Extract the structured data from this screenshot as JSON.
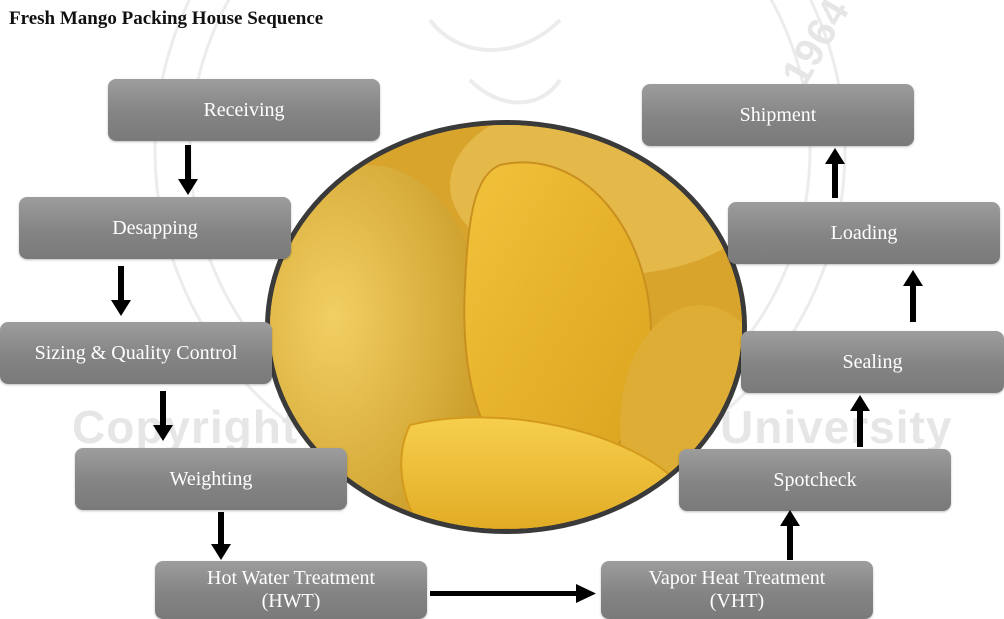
{
  "title": "Fresh Mango Packing House Sequence",
  "watermark": {
    "left_text": "Copyright",
    "right_text": "University",
    "seal_year": "1964"
  },
  "steps": [
    {
      "id": "receiving",
      "label": "Receiving"
    },
    {
      "id": "desapping",
      "label": "Desapping"
    },
    {
      "id": "sizing",
      "label": "Sizing & Quality Control"
    },
    {
      "id": "weighting",
      "label": "Weighting"
    },
    {
      "id": "hwt",
      "label_line1": "Hot Water Treatment",
      "label_line2": "(HWT)"
    },
    {
      "id": "vht",
      "label_line1": "Vapor Heat Treatment",
      "label_line2": "(VHT)"
    },
    {
      "id": "spotcheck",
      "label": "Spotcheck"
    },
    {
      "id": "sealing",
      "label": "Sealing"
    },
    {
      "id": "loading",
      "label": "Loading"
    },
    {
      "id": "shipment",
      "label": "Shipment"
    }
  ],
  "image": {
    "subject": "mango-halves-photo"
  },
  "colors": {
    "box": "#8c8c8c",
    "text": "#ffffff",
    "arrow": "#000000",
    "mango": "#e9b528"
  }
}
